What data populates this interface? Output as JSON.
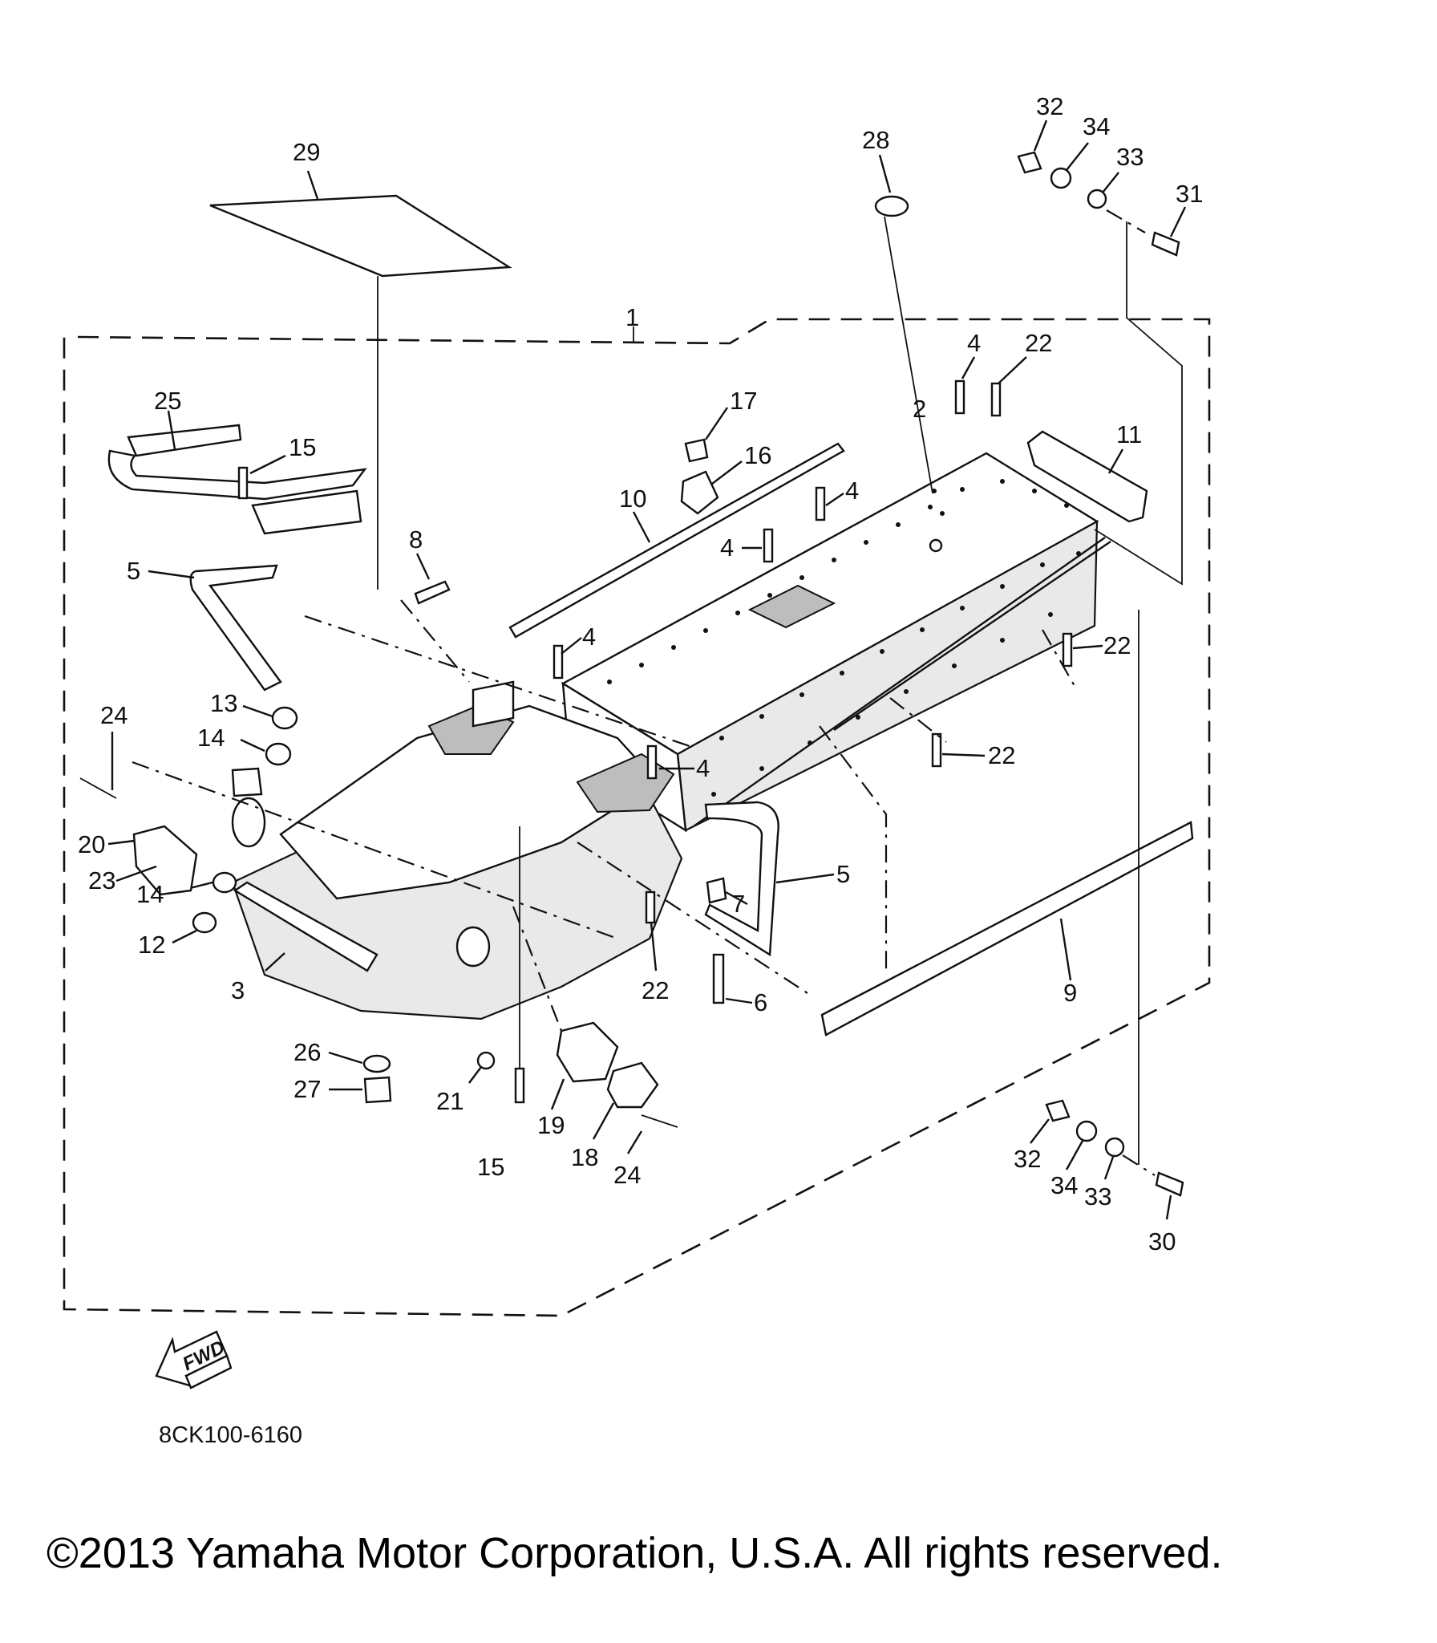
{
  "diagram": {
    "part_code": "8CK100-6160",
    "direction_label": "FWD",
    "copyright": "©2013 Yamaha Motor Corporation, U.S.A. All rights reserved.",
    "callouts": [
      {
        "id": "c1",
        "text": "1"
      },
      {
        "id": "c2",
        "text": "2"
      },
      {
        "id": "c3",
        "text": "3"
      },
      {
        "id": "c4a",
        "text": "4"
      },
      {
        "id": "c4b",
        "text": "4"
      },
      {
        "id": "c4c",
        "text": "4"
      },
      {
        "id": "c4d",
        "text": "4"
      },
      {
        "id": "c4e",
        "text": "4"
      },
      {
        "id": "c5a",
        "text": "5"
      },
      {
        "id": "c5b",
        "text": "5"
      },
      {
        "id": "c6",
        "text": "6"
      },
      {
        "id": "c7",
        "text": "7"
      },
      {
        "id": "c8",
        "text": "8"
      },
      {
        "id": "c9",
        "text": "9"
      },
      {
        "id": "c10",
        "text": "10"
      },
      {
        "id": "c11",
        "text": "11"
      },
      {
        "id": "c12",
        "text": "12"
      },
      {
        "id": "c13",
        "text": "13"
      },
      {
        "id": "c14a",
        "text": "14"
      },
      {
        "id": "c14b",
        "text": "14"
      },
      {
        "id": "c15a",
        "text": "15"
      },
      {
        "id": "c15b",
        "text": "15"
      },
      {
        "id": "c16",
        "text": "16"
      },
      {
        "id": "c17",
        "text": "17"
      },
      {
        "id": "c18",
        "text": "18"
      },
      {
        "id": "c19",
        "text": "19"
      },
      {
        "id": "c20",
        "text": "20"
      },
      {
        "id": "c21",
        "text": "21"
      },
      {
        "id": "c22a",
        "text": "22"
      },
      {
        "id": "c22b",
        "text": "22"
      },
      {
        "id": "c22c",
        "text": "22"
      },
      {
        "id": "c22d",
        "text": "22"
      },
      {
        "id": "c23",
        "text": "23"
      },
      {
        "id": "c24a",
        "text": "24"
      },
      {
        "id": "c24b",
        "text": "24"
      },
      {
        "id": "c25",
        "text": "25"
      },
      {
        "id": "c26",
        "text": "26"
      },
      {
        "id": "c27",
        "text": "27"
      },
      {
        "id": "c28",
        "text": "28"
      },
      {
        "id": "c29",
        "text": "29"
      },
      {
        "id": "c30",
        "text": "30"
      },
      {
        "id": "c31",
        "text": "31"
      },
      {
        "id": "c32a",
        "text": "32"
      },
      {
        "id": "c32b",
        "text": "32"
      },
      {
        "id": "c33a",
        "text": "33"
      },
      {
        "id": "c33b",
        "text": "33"
      },
      {
        "id": "c34a",
        "text": "34"
      },
      {
        "id": "c34b",
        "text": "34"
      }
    ]
  }
}
